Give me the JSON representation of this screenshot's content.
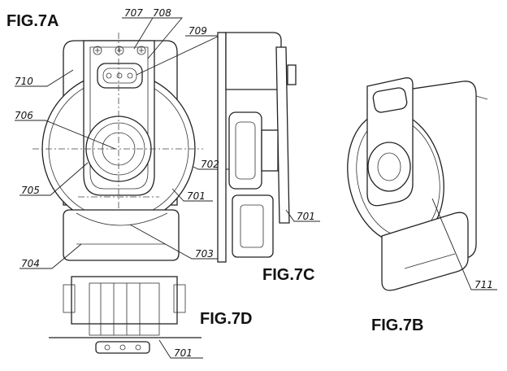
{
  "figures": {
    "fig_7a": "FIG.7A",
    "fig_7b": "FIG.7B",
    "fig_7c": "FIG.7C",
    "fig_7d": "FIG.7D"
  },
  "reference_numerals": {
    "n707": "707",
    "n708": "708",
    "n709": "709",
    "n710": "710",
    "n706": "706",
    "n702": "702",
    "n705": "705",
    "n701_a": "701",
    "n704": "704",
    "n703": "703",
    "n701_c": "701",
    "n711": "711",
    "n701_d": "701"
  },
  "style": {
    "ink_color": "#222222",
    "paper_color": "#ffffff"
  }
}
